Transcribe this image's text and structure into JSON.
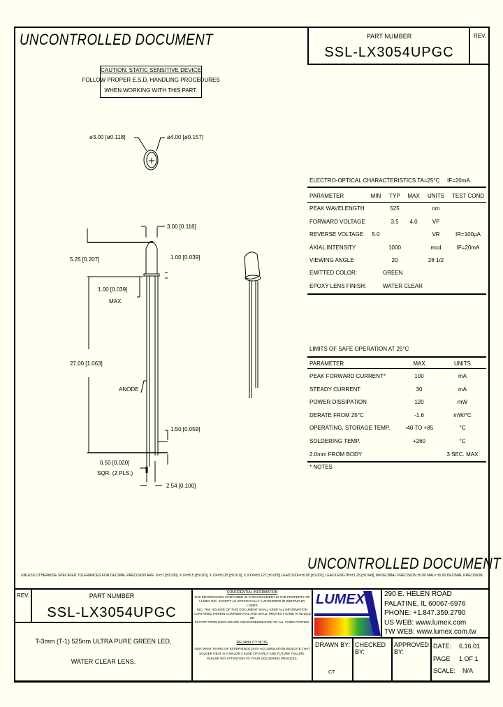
{
  "header": {
    "uncontrolled": "UNCONTROLLED DOCUMENT",
    "part_number_label": "PART NUMBER",
    "part_number": "SSL-LX3054UPGC",
    "rev_label": "REV."
  },
  "caution": [
    "CAUTION: STATIC SENSITIVE DEVICE",
    "FOLLOW PROPER E.S.D. HANDLING PROCEDURES",
    "WHEN WORKING WITH THIS PART."
  ],
  "dimensions": {
    "dia_left": "ø3.00 [ø0.118]",
    "dia_right": "ø4.00 [ø0.157]",
    "width": "3.00 [0.118]",
    "height": "5.25 [0.207]",
    "flange": "1.00 [0.039]",
    "flange_max": "1.00 [0.039]",
    "max": "MAX.",
    "length": "27.00 [1.063]",
    "anode": "ANODE",
    "lead_step": "1.50 [0.059]",
    "lead_sq": "0.50 [0.020]",
    "lead_sq2": "SQR. (2 PLS.)",
    "pitch": "2.54 [0.100]"
  },
  "electro_optical": {
    "title": "ELECTRO-OPTICAL CHARACTERISTICS TA=25°C",
    "cond": "IF=20mA",
    "headers": [
      "PARAMETER",
      "MIN",
      "TYP",
      "MAX",
      "UNITS",
      "TEST COND"
    ],
    "rows": [
      [
        "PEAK WAVELENGTH",
        "",
        "525",
        "",
        "nm",
        ""
      ],
      [
        "FORWARD VOLTAGE",
        "",
        "3.5",
        "4.0",
        "VF",
        ""
      ],
      [
        "REVERSE VOLTAGE",
        "5.0",
        "",
        "",
        "VR",
        "IR=100µA"
      ],
      [
        "AXIAL INTENSITY",
        "",
        "1000",
        "",
        "mcd",
        "IF=20mA"
      ],
      [
        "VIEWING ANGLE",
        "",
        "20",
        "",
        "2θ 1/2",
        ""
      ]
    ],
    "emitted_label": "EMITTED COLOR:",
    "emitted": "GREEN",
    "lens_label": "EPOXY LENS FINISH:",
    "lens": "WATER CLEAR"
  },
  "safe_operation": {
    "title": "LIMITS OF SAFE OPERATION AT 25°C",
    "headers": [
      "PARAMETER",
      "MAX",
      "UNITS"
    ],
    "rows": [
      [
        "PEAK FORWARD CURRENT*",
        "100",
        "mA"
      ],
      [
        "STEADY CURRENT",
        "30",
        "mA"
      ],
      [
        "POWER DISSIPATION",
        "120",
        "mW"
      ],
      [
        "DERATE FROM 25°C",
        "-1.6",
        "mW/°C"
      ],
      [
        "OPERATING, STORAGE TEMP.",
        "-40 TO +85",
        "°C"
      ],
      [
        "SOLDERING TEMP.",
        "+260",
        "°C"
      ],
      [
        "2.0mm FROM BODY",
        "",
        "3 SEC. MAX"
      ]
    ],
    "note": "* NOTES"
  },
  "footer": {
    "uncontrolled": "UNCONTROLLED DOCUMENT",
    "tolerance": "UNLESS OTHERWISE SPECIFIED TOLERANCES FOR DECIMAL PRECISION ARE: X=±1 [±0.039], X.X=±0.5 [±0.020], X.XX=±0.25 [±0.010], X.XXX=±0.127 [±0.005]   LEAD SIZE=±0.05 [±0.002], LEAD LENGTH=±1.25 [±0.049], M=DECIMAL PRECISION ±0.00   MAL= ±0.00 DECIMAL PRECISION"
  },
  "title_block": {
    "rev_label": "REV.",
    "part_number_label": "PART NUMBER",
    "part_number": "SSL-LX3054UPGC",
    "description": [
      "T-3mm (T-1) 525nm ULTRA PURE GREEN LED,",
      "WATER CLEAR LENS."
    ],
    "confidential_title": "CONFIDENTIAL INFORMATION",
    "confidential": [
      "THE INFORMATION CONTAINED IN THIS DOCUMENT IS THE PROPERTY OF",
      "LUMEX INC. EXCEPT AS SPECIFICALLY AUTHORIZED IN WRITING BY LUMEX",
      "INC, THE HOLDER OF THIS DOCUMENT SHALL KEEP ALL INFORMATION",
      "CONTAINED HEREIN CONFIDENTIAL AND SHALL PROTECT SAME IN WHOLE OR",
      "IN PART FROM DISCLOSURE AND DISSEMINATION TO ALL THIRD PARTIES."
    ],
    "reliability_title": "RELIABILITY NOTE",
    "reliability": [
      "OUR MANY YEARS OF EXPERIENCE DATA ACCUMULATION INDICATE THAT",
      "SOLDER HEAT IS A MAJOR CAUSE OF EARLY AND FUTURE FAILURE.",
      "PLEASE PAY ATTENTION TO YOUR SOLDERING PROCESS."
    ],
    "logo_text": "LUMEX",
    "address": [
      "290 E. HELEN ROAD",
      "PALATINE, IL 60067-6976",
      "PHONE: +1.847.359.2790",
      "US WEB: www.lumex.com",
      "TW WEB: www.lumex.com.tw"
    ],
    "drawn_by_label": "DRAWN BY:",
    "drawn_by": "CT",
    "checked_by_label": "CHECKED BY:",
    "approved_by_label": "APPROVED BY:",
    "date_label": "DATE:",
    "date": "6.16.01",
    "page_label": "PAGE",
    "page": "1 OF 1",
    "scale_label": "SCALE:",
    "scale": "N/A"
  }
}
